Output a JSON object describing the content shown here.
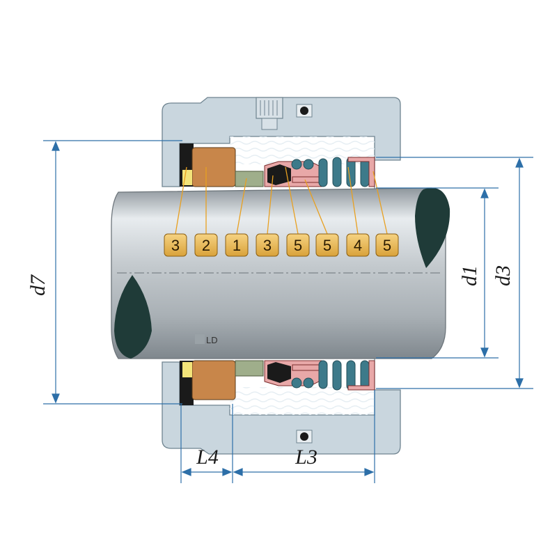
{
  "badges": [
    "3",
    "2",
    "1",
    "3",
    "5",
    "5",
    "4",
    "5"
  ],
  "shaft_marking": "LD",
  "dimensions": {
    "d7": "d7",
    "d1": "d1",
    "d3": "d3",
    "L4": "L4",
    "L3": "L3"
  },
  "colors": {
    "housing": "#c9d6de",
    "shaft": "#b9c0c6",
    "carbon_ring": "#c8864a",
    "badge": "#e3b04d",
    "dimension_line": "#2d6fa8",
    "spring": "#3d7a8a",
    "orange_line": "#e8a020"
  }
}
